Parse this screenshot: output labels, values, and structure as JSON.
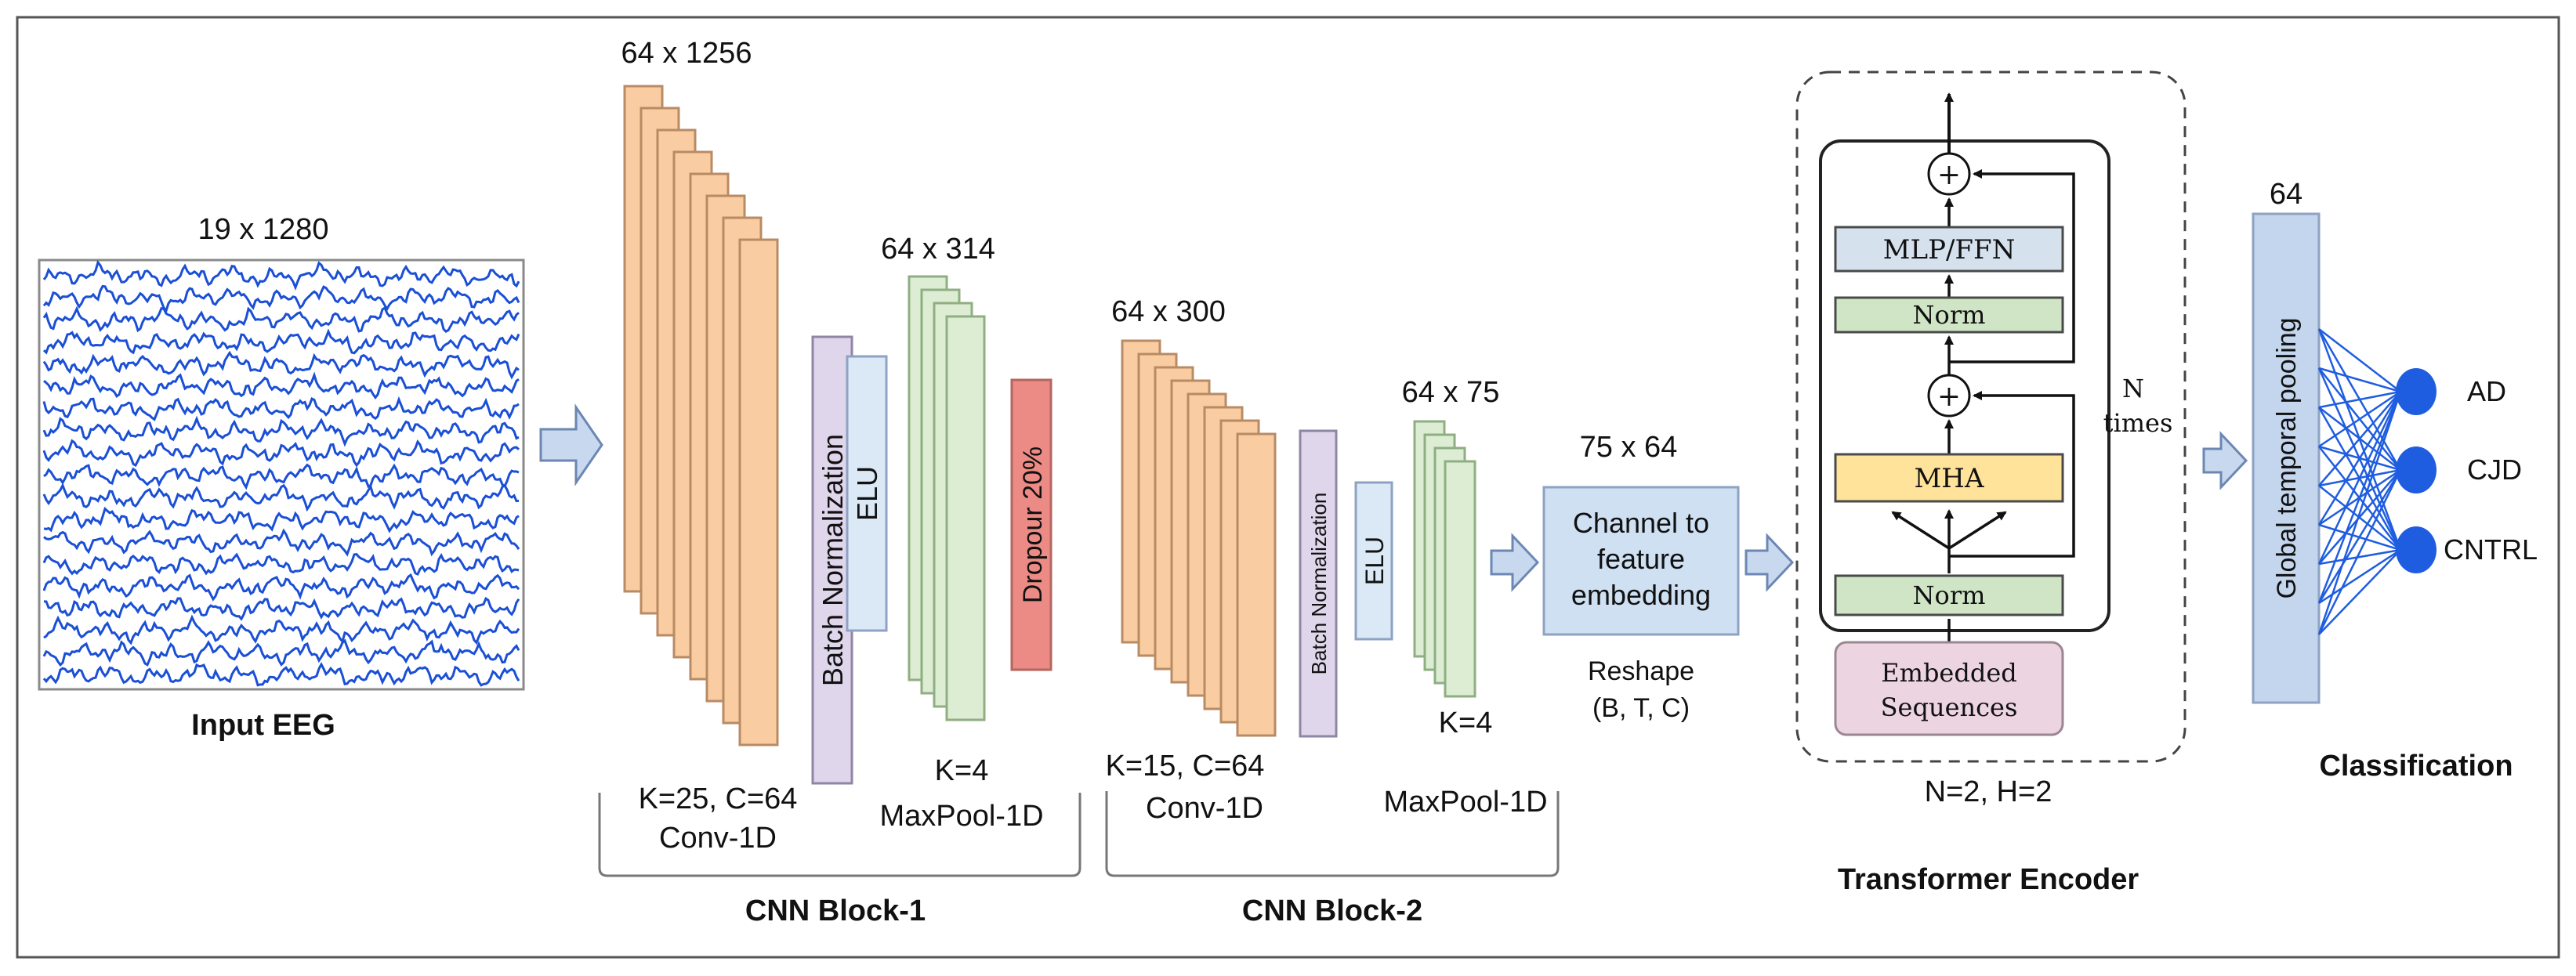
{
  "input": {
    "dims": "19 x 1280",
    "label": "Input EEG",
    "signal_color": "#1a4fd6"
  },
  "cnn_block_1": {
    "conv_dims": "64 x 1256",
    "conv_params": "K=25, C=64",
    "conv_label": "Conv-1D",
    "batch_norm": "Batch Normalization",
    "elu": "ELU",
    "pool_dims": "64 x 314",
    "pool_params": "K=4",
    "pool_label": "MaxPool-1D",
    "dropout": "Dropour 20%",
    "block_label": "CNN Block-1"
  },
  "cnn_block_2": {
    "conv_dims": "64 x 300",
    "conv_params": "K=15, C=64",
    "conv_label": "Conv-1D",
    "batch_norm": "Batch Normalization",
    "elu": "ELU",
    "pool_dims": "64 x 75",
    "pool_params": "K=4",
    "pool_label": "MaxPool-1D",
    "block_label": "CNN Block-2"
  },
  "embedding": {
    "dims": "75 x 64",
    "line1": "Channel to",
    "line2": "feature",
    "line3": "embedding",
    "reshape_line1": "Reshape",
    "reshape_line2": "(B, T, C)"
  },
  "transformer": {
    "plus_symbol": "+",
    "mlp": "MLP/FFN",
    "norm": "Norm",
    "mha": "MHA",
    "embedded_line1": "Embedded",
    "embedded_line2": "Sequences",
    "repeat_line1": "N",
    "repeat_line2": "times",
    "params": "N=2, H=2",
    "label": "Transformer Encoder"
  },
  "classifier": {
    "dims": "64",
    "pooling": "Global temporal pooling",
    "outputs": [
      "AD",
      "CJD",
      "CNTRL"
    ],
    "label": "Classification"
  },
  "colors": {
    "conv": "#f9cca2",
    "pool": "#dcedd4",
    "batch_norm": "#e0d6ec",
    "elu": "#dbe8f6",
    "dropout": "#ec8b85",
    "embedding": "#cfe0f3",
    "arrow": "#c8d8ee",
    "mlp": "#d6e1ee",
    "norm": "#cfe5c5",
    "mha": "#ffe39a",
    "embedded": "#ecd4e0",
    "pooling": "#c4d5ee",
    "node": "#1f5de0"
  }
}
